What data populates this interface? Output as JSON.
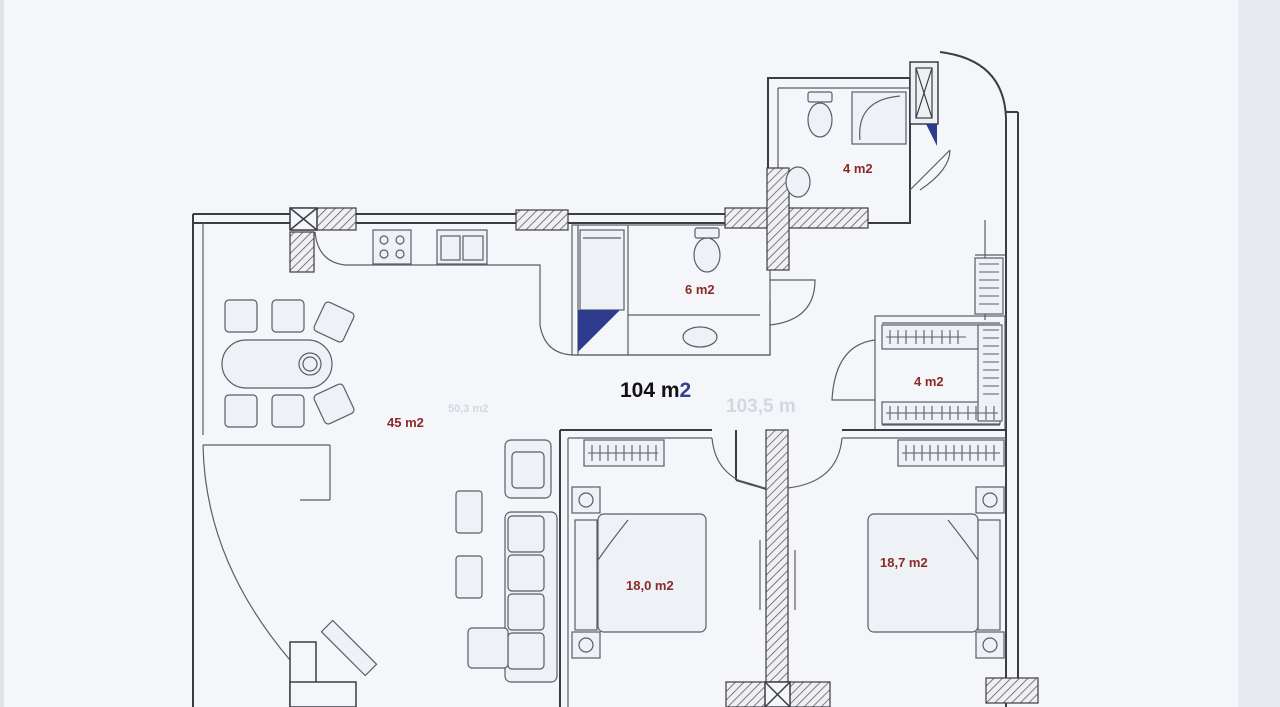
{
  "plan": {
    "total_area_main": "104 m",
    "total_area_accent": "2",
    "ghost_total": "103,5 m",
    "ghost_living": "50,3 m2",
    "rooms": [
      {
        "id": "bathroom",
        "area": "4 m2"
      },
      {
        "id": "wc",
        "area": "6 m2"
      },
      {
        "id": "storage",
        "area": "4 m2"
      },
      {
        "id": "living-kitchen",
        "area": "45 m2"
      },
      {
        "id": "bedroom-1",
        "area": "18,0 m2"
      },
      {
        "id": "bedroom-2",
        "area": "18,7 m2"
      }
    ]
  },
  "colors": {
    "paper": "#f4f6fa",
    "wall": "#3a3d44",
    "room_label": "#8b2a26",
    "total_label": "#111111",
    "total_accent": "#34408a",
    "hatch_shade": "#6e5a55",
    "closet_wedge": "#2e3a8c"
  }
}
